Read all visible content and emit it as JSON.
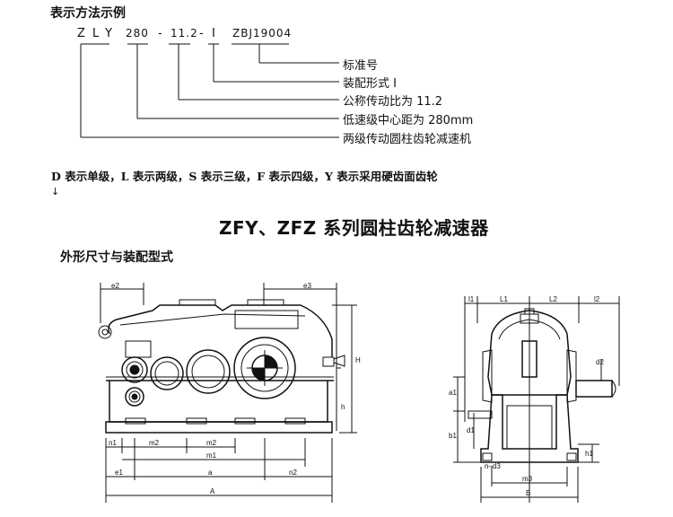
{
  "example_heading": "表示方法示例",
  "model_code": {
    "letters": [
      "Z",
      "L",
      "Y"
    ],
    "center_distance": "280",
    "ratio": "11.2",
    "assembly": "I",
    "standard": "ZBJ19004",
    "dash": "-"
  },
  "legend_labels": [
    "标准号",
    "装配形式 I",
    "公称传动比为 11.2",
    "低速级中心距为 280mm",
    "两级传动圆柱齿轮减速机"
  ],
  "stage_note": "D 表示单级，L 表示两级，S 表示三级，F 表示四级，Y 表示采用硬齿面齿轮",
  "down_mark": "↓",
  "section_title": "ZFY、ZFZ 系列圆柱齿轮减速器",
  "subsection_title": "外形尺寸与装配型式",
  "dims_front": {
    "e2": "e2",
    "e3": "e3",
    "H": "H",
    "h": "h",
    "n1": "n1",
    "m2a": "m2",
    "m2b": "m2",
    "m1": "m1",
    "e1": "e1",
    "a": "a",
    "n2": "n2",
    "A": "A"
  },
  "dims_side": {
    "l1": "l1",
    "L1": "L1",
    "L2": "L2",
    "l2": "l2",
    "d2": "d2",
    "a1": "a1",
    "d1": "d1",
    "b1": "b1",
    "h1": "h1",
    "nd3": "n–d3",
    "m3": "m3",
    "B": "B"
  }
}
